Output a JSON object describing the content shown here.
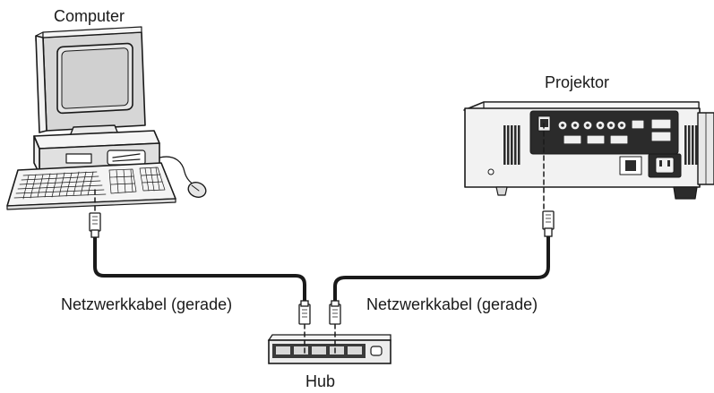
{
  "labels": {
    "computer": "Computer",
    "projector": "Projektor",
    "cable_left": "Netzwerkkabel (gerade)",
    "cable_right": "Netzwerkkabel (gerade)",
    "hub": "Hub"
  },
  "colors": {
    "line": "#1a1a1a",
    "body_light": "#eeeeee",
    "body_mid": "#cfcfcf",
    "panel_dark": "#2b2b2b",
    "screen": "#d9d9d9"
  }
}
